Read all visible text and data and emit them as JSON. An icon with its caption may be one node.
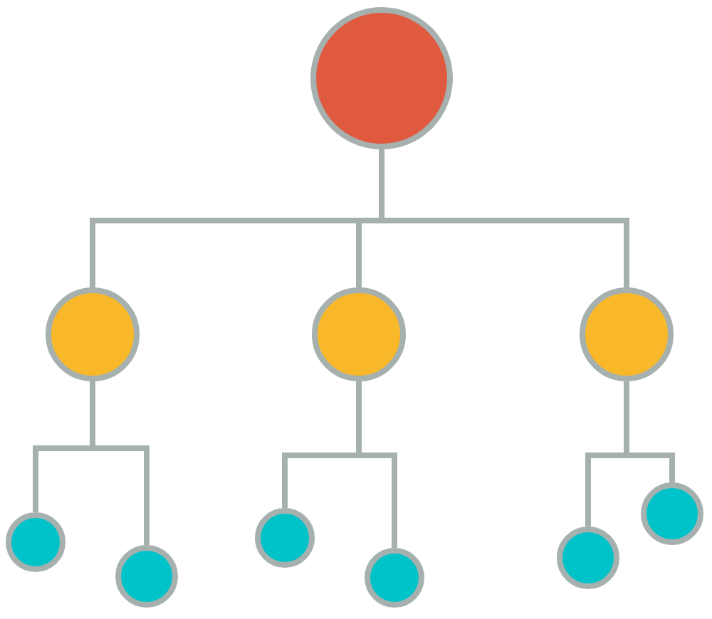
{
  "diagram": {
    "nodes": [
      {
        "text": [],
        "shape": "circle"
      },
      {
        "text": [],
        "shape": "circle"
      },
      {
        "text": [],
        "shape": "circle"
      },
      {
        "text": [],
        "shape": "circle"
      },
      {
        "text": [],
        "shape": "circle"
      },
      {
        "text": [],
        "shape": "circle"
      },
      {
        "text": [],
        "shape": "circle"
      },
      {
        "text": [],
        "shape": "circle"
      },
      {
        "text": [],
        "shape": "circle"
      },
      {
        "text": [],
        "shape": "circle"
      }
    ],
    "edges": [
      {
        "from": 0,
        "to": 1,
        "arrow": "none"
      },
      {
        "from": 0,
        "to": 2,
        "arrow": "none"
      },
      {
        "from": 0,
        "to": 3,
        "arrow": "none"
      },
      {
        "from": 1,
        "to": 4,
        "arrow": "none"
      },
      {
        "from": 1,
        "to": 5,
        "arrow": "none"
      },
      {
        "from": 2,
        "to": 6,
        "arrow": "none"
      },
      {
        "from": 2,
        "to": 7,
        "arrow": "none"
      },
      {
        "from": 3,
        "to": 8,
        "arrow": "none"
      },
      {
        "from": 3,
        "to": 9,
        "arrow": "none"
      }
    ]
  }
}
